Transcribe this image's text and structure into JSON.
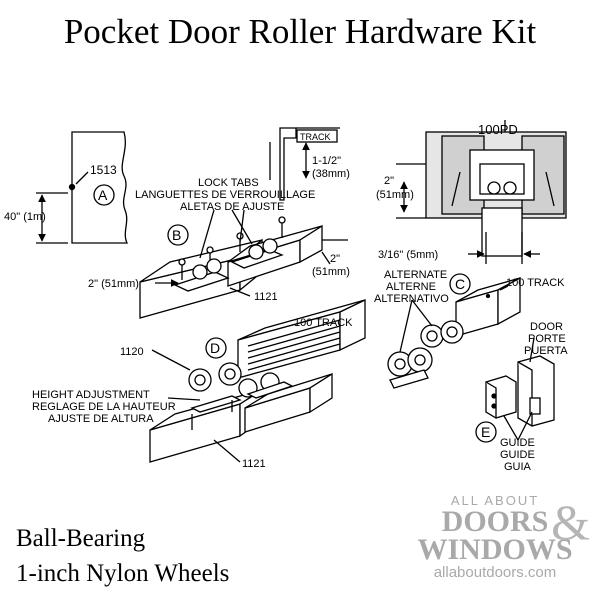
{
  "title": "Pocket Door Roller Hardware Kit",
  "caption": {
    "line1": "Ball-Bearing",
    "line2": "1-inch Nylon Wheels"
  },
  "logo": {
    "line1": "ALL ABOUT",
    "line2": "DOORS",
    "ampersand": "&",
    "line3": "WINDOWS",
    "line4": "allaboutdoors.com"
  },
  "labels": {
    "part_a": "A",
    "part_b": "B",
    "part_c": "C",
    "part_d": "D",
    "part_e": "E",
    "num_1513": "1513",
    "height_40": "40\" (1m)",
    "track_small": "TRACK",
    "track_size_in": "1-1/2\"",
    "track_size_mm": "(38mm)",
    "lock_tabs_en": "LOCK TABS",
    "lock_tabs_fr": "LANGUETTES DE VERROUILLAGE",
    "lock_tabs_es": "ALETAS DE AJUSTE",
    "dim_2_left": "2\" (51mm)",
    "dim_2_right_in": "2\"",
    "dim_2_right_mm": "(51mm)",
    "num_1121_top": "1121",
    "num_1121_bottom": "1121",
    "num_1120": "1120",
    "track_100_d": "100 TRACK",
    "track_100_c": "100 TRACK",
    "height_adj_en": "HEIGHT ADJUSTMENT",
    "height_adj_fr": "REGLAGE DE LA HAUTEUR",
    "height_adj_es": "AJUSTE DE ALTURA",
    "model_100pd": "100PD",
    "dim_2_pd_in": "2\"",
    "dim_2_pd_mm": "(51mm)",
    "dim_3_16": "3/16\"  (5mm)",
    "alternate_en": "ALTERNATE",
    "alternate_fr": "ALTERNE",
    "alternate_es": "ALTERNATIVO",
    "door_en": "DOOR",
    "door_fr": "PORTE",
    "door_es": "PUERTA",
    "guide_en": "GUIDE",
    "guide_fr": "GUIDE",
    "guide_es": "GUIA"
  }
}
